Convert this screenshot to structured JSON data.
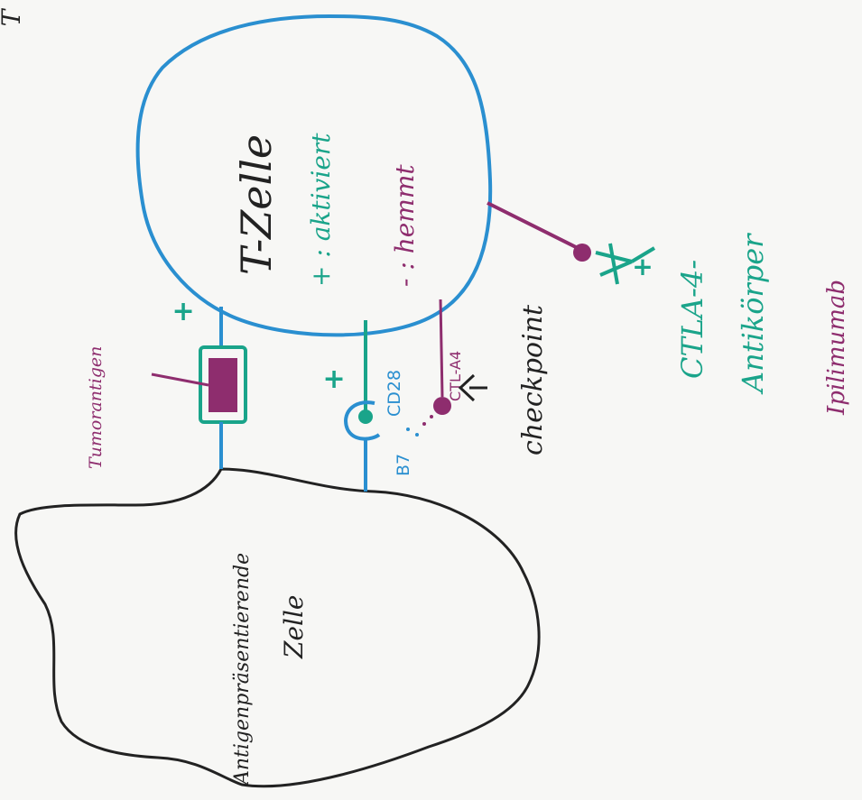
{
  "colors": {
    "blue": "#2a8fd0",
    "teal": "#1aa48a",
    "purple": "#8e2d6e",
    "black": "#222222",
    "paper": "#f7f7f5"
  },
  "corner_mark": "T",
  "t_cell": {
    "title": "T-Zelle",
    "activates": "+ : aktiviert",
    "inhibits": "- : hemmt"
  },
  "apc": {
    "line1": "Antigenpräsentierende",
    "line2": "Zelle"
  },
  "tumor_antigen": {
    "label": "Tumorantigen",
    "sign": "+"
  },
  "costim": {
    "sign": "+",
    "cd28": "CD28",
    "b7": "B7",
    "ctla4": "CTL-A4"
  },
  "checkpoint": {
    "label": "checkpoint"
  },
  "antibody": {
    "sign": "+",
    "line1": "CTLA-4-",
    "line2": "Antikörper",
    "drug": "Ipilimumab"
  }
}
